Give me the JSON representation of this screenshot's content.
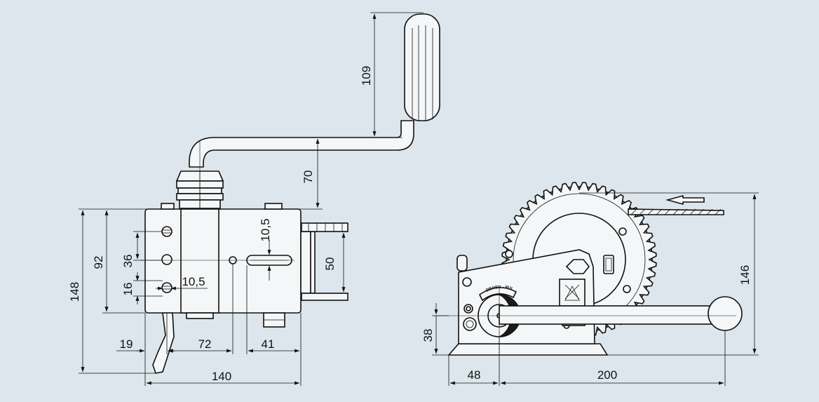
{
  "diagram": {
    "side_view": {
      "dimensions": {
        "handle_height": "109",
        "crank_offset": "70",
        "slot_height": "10,5",
        "hole_spacing_upper": "36",
        "hole_spacing_lower": "16",
        "slot_width": "10,5",
        "total_height": "148",
        "plate_height": "92",
        "drum_width": "50",
        "offset_left": "19",
        "hole_span": "72",
        "hole_to_edge": "41",
        "total_width": "140"
      }
    },
    "front_view": {
      "dimensions": {
        "axle_height": "38",
        "total_height": "146",
        "base_offset": "48",
        "handle_reach": "200"
      },
      "pull_label": "ZIEHEN - PULL"
    }
  }
}
